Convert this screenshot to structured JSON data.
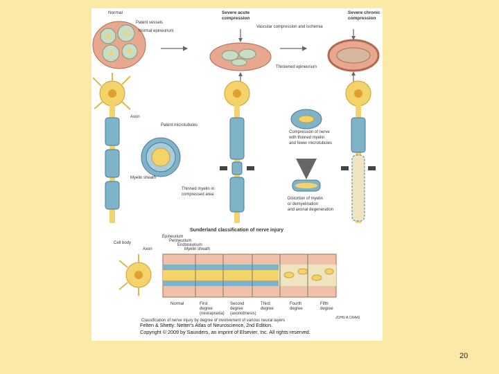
{
  "page": {
    "number": "20"
  },
  "top_row": {
    "normal": "Normal",
    "patent_vessels": "Patent vessels",
    "normal_epineurium": "Normal epineurium",
    "severe_acute_compression_1": "Severe acute",
    "severe_acute_compression_2": "compression",
    "vascular_compression": "Vascular compression and ischemia",
    "severe_chronic_compression_1": "Severe chronic",
    "severe_chronic_compression_2": "compression",
    "thickened_epineurium": "Thickened epineurium"
  },
  "middle_row": {
    "axon": "Axon",
    "patent_microtubules": "Patent microtubules",
    "myelin_sheath": "Myelin sheath",
    "thinned_myelin_1": "Thinned myelin in",
    "thinned_myelin_2": "compressed area",
    "compression_nerve_1": "Compression of nerve",
    "compression_nerve_2": "with thinned myelin",
    "compression_nerve_3": "and fewer microtubules",
    "distortion_1": "Distortion of myelin",
    "distortion_2": "or demyelination",
    "distortion_3": "and axonal degeneration"
  },
  "bottom_panel": {
    "title": "Sunderland classification of nerve injury",
    "cell_body": "Cell body",
    "axon": "Axon",
    "epineurium": "Epineurium",
    "perineurium": "Perineurium",
    "endoneurium": "Endoneurium",
    "myelin_sheath": "Myelin sheath",
    "degrees": [
      {
        "line1": "Normal",
        "line2": "",
        "line3": ""
      },
      {
        "line1": "First",
        "line2": "degree",
        "line3": "(neurapraxia)"
      },
      {
        "line1": "Second",
        "line2": "degree",
        "line3": "(axonotmesis)"
      },
      {
        "line1": "Third",
        "line2": "degree",
        "line3": ""
      },
      {
        "line1": "Fourth",
        "line2": "degree",
        "line3": ""
      },
      {
        "line1": "Fifth",
        "line2": "degree",
        "line3": ""
      }
    ],
    "caption": "Classification of nerve injury by degree of involvement of various neural layers",
    "signature": "JOHN A.CRAIG"
  },
  "credit": {
    "line1": "Felten & Shetty: Netter's Atlas of Neuroscience, 2nd Edition.",
    "line2": "Copyright © 2009 by Saunders, an imprint of Elsevier, Inc. All rights reserved."
  },
  "colors": {
    "slide_bg": "#fbe9a7",
    "neuron": "#f3d36a",
    "myelin": "#7fb3c9",
    "epineurium": "#e8a890",
    "arrow_gray": "#888888"
  }
}
